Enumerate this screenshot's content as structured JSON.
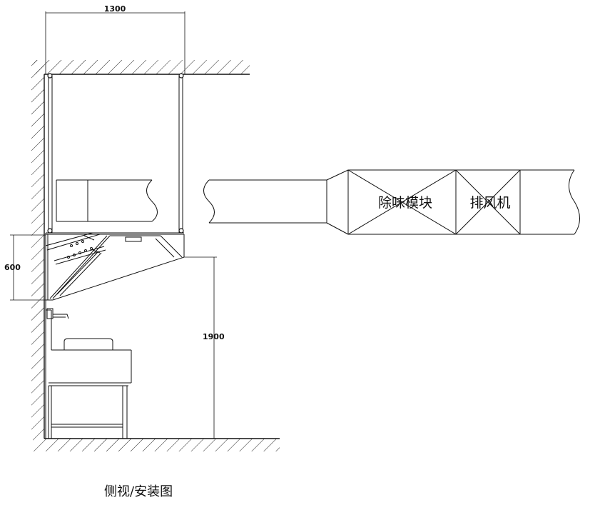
{
  "dimensions": {
    "width": "1300",
    "height_hood": "600",
    "height_install": "1900"
  },
  "labels": {
    "odor_module": "除味模块",
    "exhaust_fan": "排风机"
  },
  "caption": "侧视/安装图"
}
